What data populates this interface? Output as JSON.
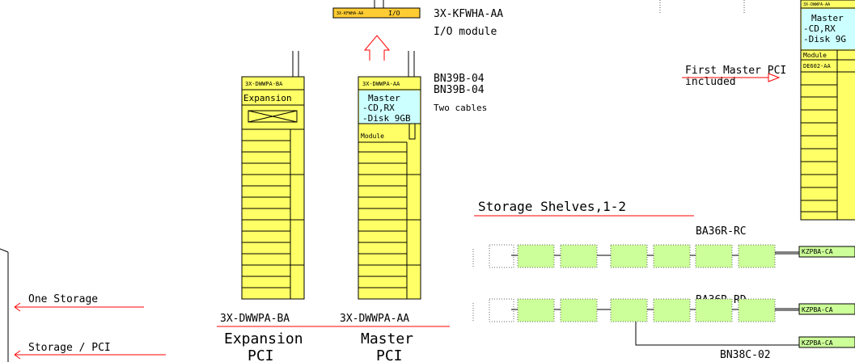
{
  "io_module": {
    "chip_small": "3X-KFWHA-AA",
    "chip_label": "I/O",
    "part": "3X-KFWHA-AA",
    "name": "I/O module"
  },
  "cables": {
    "line1": "BN39B-04",
    "line2": "BN39B-04",
    "note": "Two cables"
  },
  "expansion_pci": {
    "header": "3X-DWWPA-BA",
    "section": "Expansion",
    "part": "3X-DWWPA-BA",
    "name_line1": "Expansion",
    "name_line2": "PCI"
  },
  "master_pci": {
    "header": "3X-DWWPA-AA",
    "box_line1": "Master",
    "box_line2": "-CD,RX",
    "box_line3": "-Disk 9GB",
    "module": "Module",
    "part": "3X-DWWPA-AA",
    "name_line1": "Master",
    "name_line2": "PCI"
  },
  "first_master": {
    "label_line1": "First Master PCI",
    "label_line2": "included",
    "header": "3X-DWWPA-AA",
    "box_line1": "Master",
    "box_line2": "-CD,RX",
    "box_line3": "-Disk 9G",
    "module": "Module",
    "slot": "DE602-AA"
  },
  "storage": {
    "title": "Storage Shelves,1-2",
    "shelf1": "BA36R-RC",
    "shelf2": "BA36R-RD",
    "adapter1": "KZPBA-CA",
    "adapter2": "KZPBA-CA",
    "adapter3": "KZPBA-CA",
    "cable": "BN38C-02"
  },
  "left_labels": {
    "one_storage": "One Storage",
    "storage_pci": "Storage / PCI"
  },
  "colors": {
    "yellow": "#ffff66",
    "cyan_box": "#ccffff",
    "green": "#ccff99",
    "red": "#ff0000",
    "orange": "#ffcc33"
  }
}
